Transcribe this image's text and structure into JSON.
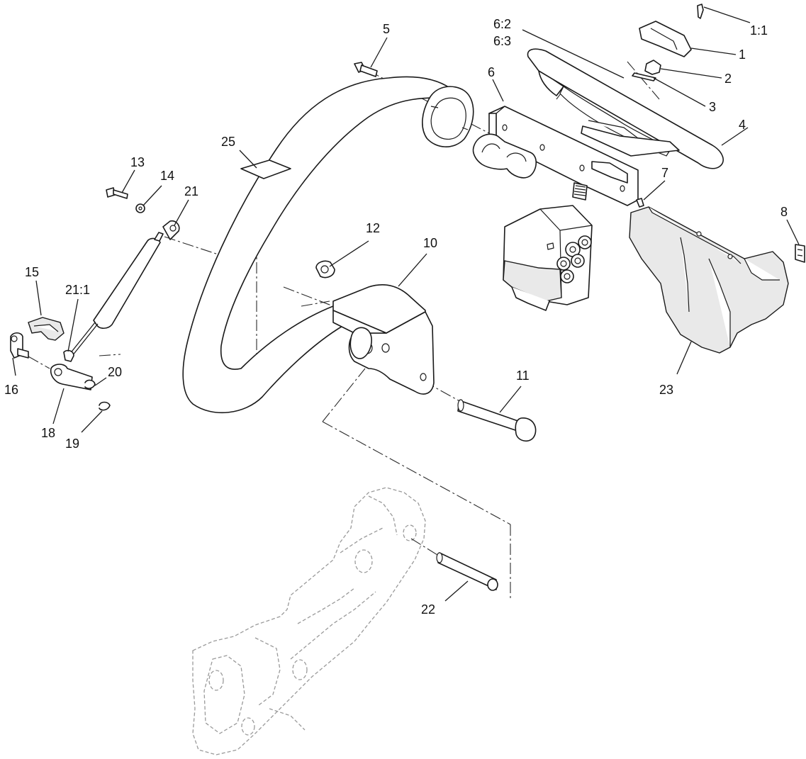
{
  "diagram": {
    "callouts": [
      {
        "id": "c1-1",
        "text": "1:1"
      },
      {
        "id": "c1",
        "text": "1"
      },
      {
        "id": "c2",
        "text": "2"
      },
      {
        "id": "c3",
        "text": "3"
      },
      {
        "id": "c4",
        "text": "4"
      },
      {
        "id": "c5",
        "text": "5"
      },
      {
        "id": "c6-2",
        "text": "6:2"
      },
      {
        "id": "c6-3",
        "text": "6:3"
      },
      {
        "id": "c6",
        "text": "6"
      },
      {
        "id": "c7",
        "text": "7"
      },
      {
        "id": "c8",
        "text": "8"
      },
      {
        "id": "c10",
        "text": "10"
      },
      {
        "id": "c11",
        "text": "11"
      },
      {
        "id": "c12",
        "text": "12"
      },
      {
        "id": "c13",
        "text": "13"
      },
      {
        "id": "c14",
        "text": "14"
      },
      {
        "id": "c15",
        "text": "15"
      },
      {
        "id": "c16",
        "text": "16"
      },
      {
        "id": "c18",
        "text": "18"
      },
      {
        "id": "c19",
        "text": "19"
      },
      {
        "id": "c20",
        "text": "20"
      },
      {
        "id": "c21",
        "text": "21"
      },
      {
        "id": "c21-1",
        "text": "21:1"
      },
      {
        "id": "c22",
        "text": "22"
      },
      {
        "id": "c23",
        "text": "23"
      },
      {
        "id": "c25",
        "text": "25"
      }
    ]
  }
}
